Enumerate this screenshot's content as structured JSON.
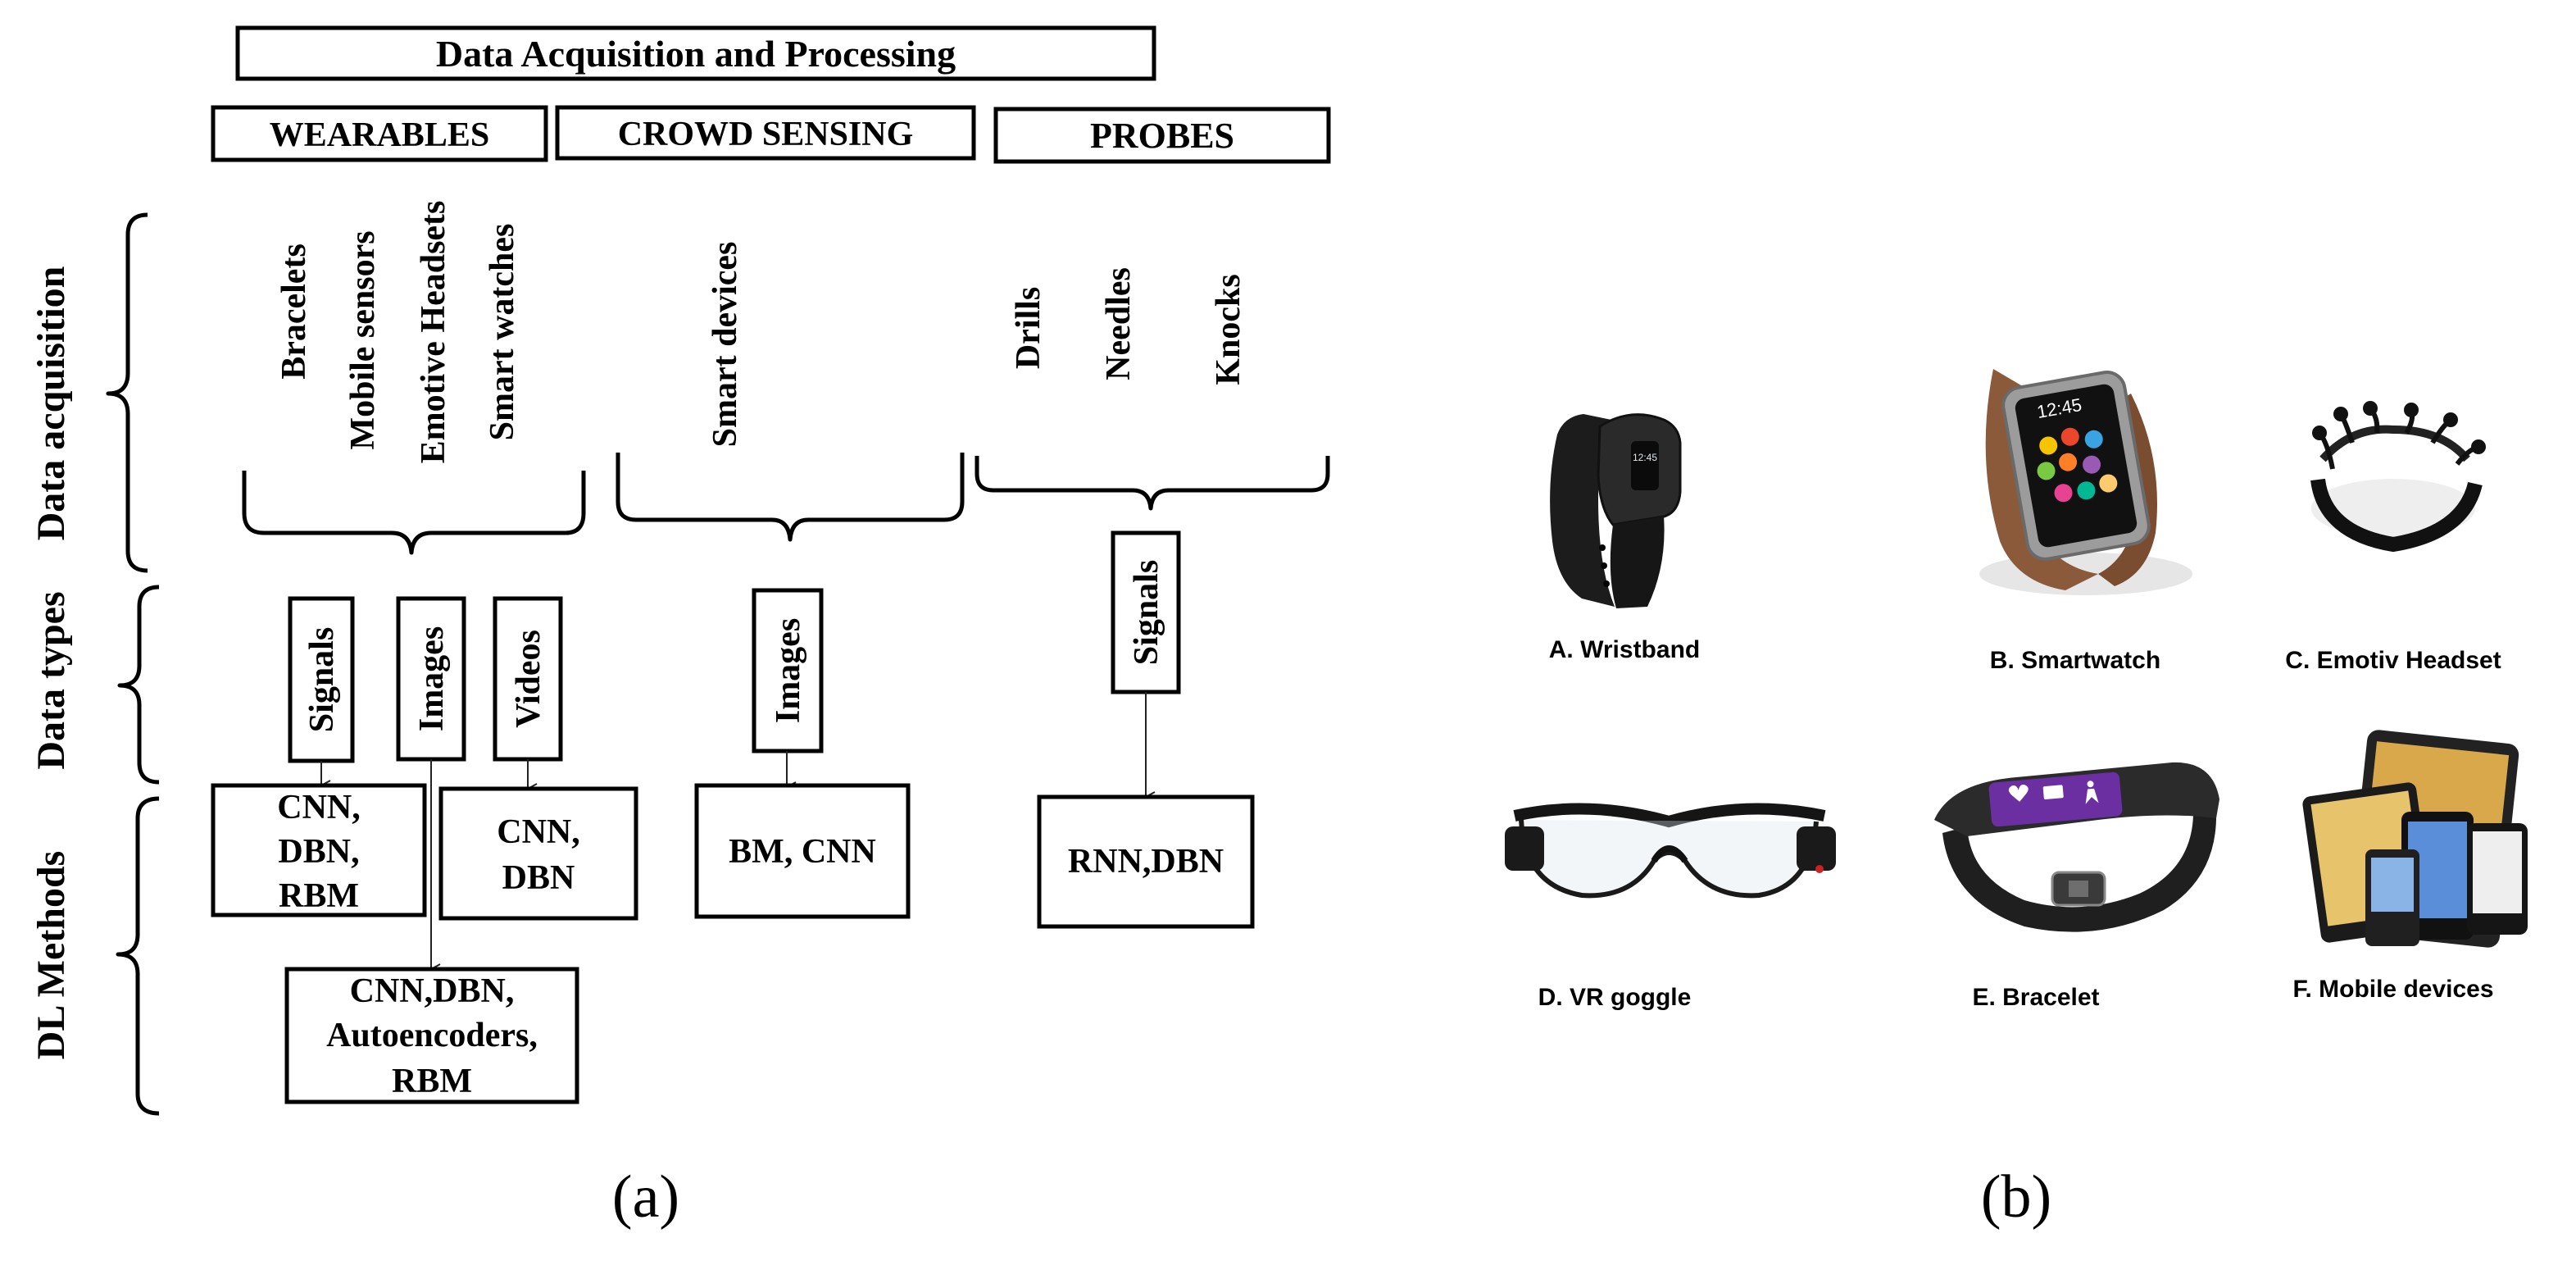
{
  "panel_a": {
    "title": "Data Acquisition and Processing",
    "categories": [
      "WEARABLES",
      "CROWD SENSING",
      "PROBES"
    ],
    "row_labels": [
      "Data acquisition",
      "Data types",
      "DL Methods"
    ],
    "devices": {
      "wearables": [
        "Bracelets",
        "Mobile sensors",
        "Emotive Headsets",
        "Smart  watches"
      ],
      "crowd": [
        "Smart devices"
      ],
      "probes": [
        "Drills",
        "Needles",
        "Knocks"
      ]
    },
    "data_types": {
      "w_signals": "Signals",
      "w_images": "Images",
      "w_videos": "Videos",
      "c_images": "Images",
      "p_signals": "Signals"
    },
    "methods": {
      "m1": [
        "CNN,",
        "DBN,",
        "RBM"
      ],
      "m2": [
        "CNN,",
        "DBN"
      ],
      "m3": [
        "CNN,DBN,",
        "Autoencoders,",
        "RBM"
      ],
      "m4": [
        "BM, CNN"
      ],
      "m5": [
        "RNN,DBN"
      ]
    },
    "caption": "(a)"
  },
  "panel_b": {
    "items": [
      "A. Wristband",
      "B. Smartwatch",
      "C. Emotiv Headset",
      "D. VR goggle",
      "E. Bracelet",
      "F. Mobile devices"
    ],
    "caption": "(b)"
  }
}
